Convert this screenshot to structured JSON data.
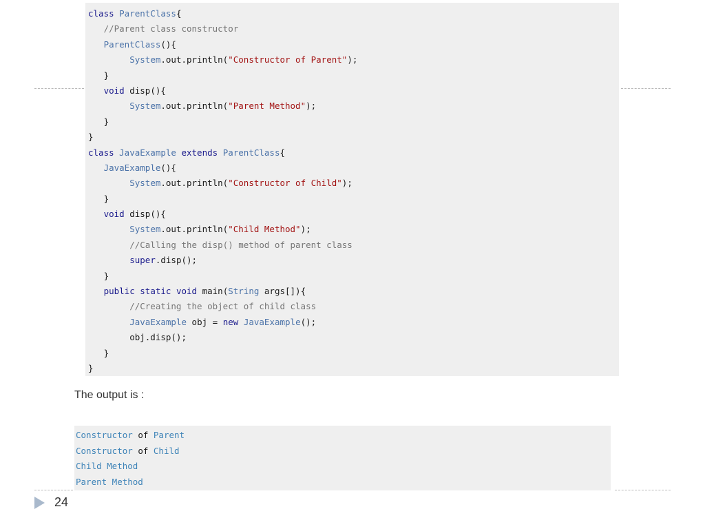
{
  "code": {
    "lines": [
      [
        {
          "t": "class ",
          "c": "kw"
        },
        {
          "t": "ParentClass",
          "c": "cls"
        },
        {
          "t": "{",
          "c": "pl"
        }
      ],
      [
        {
          "t": "   //Parent class constructor",
          "c": "cm"
        }
      ],
      [
        {
          "t": "   ",
          "c": "pl"
        },
        {
          "t": "ParentClass",
          "c": "cls"
        },
        {
          "t": "(){",
          "c": "pl"
        }
      ],
      [
        {
          "t": "        ",
          "c": "pl"
        },
        {
          "t": "System",
          "c": "cls"
        },
        {
          "t": ".out.println(",
          "c": "pl"
        },
        {
          "t": "\"Constructor of Parent\"",
          "c": "str"
        },
        {
          "t": ");",
          "c": "pl"
        }
      ],
      [
        {
          "t": "   }",
          "c": "pl"
        }
      ],
      [
        {
          "t": "   ",
          "c": "pl"
        },
        {
          "t": "void",
          "c": "kw"
        },
        {
          "t": " disp(){",
          "c": "pl"
        }
      ],
      [
        {
          "t": "        ",
          "c": "pl"
        },
        {
          "t": "System",
          "c": "cls"
        },
        {
          "t": ".out.println(",
          "c": "pl"
        },
        {
          "t": "\"Parent Method\"",
          "c": "str"
        },
        {
          "t": ");",
          "c": "pl"
        }
      ],
      [
        {
          "t": "   }",
          "c": "pl"
        }
      ],
      [
        {
          "t": "}",
          "c": "pl"
        }
      ],
      [
        {
          "t": "class ",
          "c": "kw"
        },
        {
          "t": "JavaExample",
          "c": "cls"
        },
        {
          "t": " extends ",
          "c": "kw"
        },
        {
          "t": "ParentClass",
          "c": "cls"
        },
        {
          "t": "{",
          "c": "pl"
        }
      ],
      [
        {
          "t": "   ",
          "c": "pl"
        },
        {
          "t": "JavaExample",
          "c": "cls"
        },
        {
          "t": "(){",
          "c": "pl"
        }
      ],
      [
        {
          "t": "        ",
          "c": "pl"
        },
        {
          "t": "System",
          "c": "cls"
        },
        {
          "t": ".out.println(",
          "c": "pl"
        },
        {
          "t": "\"Constructor of Child\"",
          "c": "str"
        },
        {
          "t": ");",
          "c": "pl"
        }
      ],
      [
        {
          "t": "   }",
          "c": "pl"
        }
      ],
      [
        {
          "t": "   ",
          "c": "pl"
        },
        {
          "t": "void",
          "c": "kw"
        },
        {
          "t": " disp(){",
          "c": "pl"
        }
      ],
      [
        {
          "t": "        ",
          "c": "pl"
        },
        {
          "t": "System",
          "c": "cls"
        },
        {
          "t": ".out.println(",
          "c": "pl"
        },
        {
          "t": "\"Child Method\"",
          "c": "str"
        },
        {
          "t": ");",
          "c": "pl"
        }
      ],
      [
        {
          "t": "        //Calling the disp() method of parent class",
          "c": "cm"
        }
      ],
      [
        {
          "t": "        ",
          "c": "pl"
        },
        {
          "t": "super",
          "c": "kw"
        },
        {
          "t": ".disp();",
          "c": "pl"
        }
      ],
      [
        {
          "t": "   }",
          "c": "pl"
        }
      ],
      [
        {
          "t": "   ",
          "c": "pl"
        },
        {
          "t": "public",
          "c": "kw"
        },
        {
          "t": " ",
          "c": "pl"
        },
        {
          "t": "static",
          "c": "kw"
        },
        {
          "t": " ",
          "c": "pl"
        },
        {
          "t": "void",
          "c": "kw"
        },
        {
          "t": " main(",
          "c": "pl"
        },
        {
          "t": "String",
          "c": "cls"
        },
        {
          "t": " args[]){",
          "c": "pl"
        }
      ],
      [
        {
          "t": "        //Creating the object of child class",
          "c": "cm"
        }
      ],
      [
        {
          "t": "        ",
          "c": "pl"
        },
        {
          "t": "JavaExample",
          "c": "cls"
        },
        {
          "t": " obj = ",
          "c": "pl"
        },
        {
          "t": "new",
          "c": "kw"
        },
        {
          "t": " ",
          "c": "pl"
        },
        {
          "t": "JavaExample",
          "c": "cls"
        },
        {
          "t": "();",
          "c": "pl"
        }
      ],
      [
        {
          "t": "        obj.disp();",
          "c": "pl"
        }
      ],
      [
        {
          "t": "   }",
          "c": "pl"
        }
      ],
      [
        {
          "t": "}",
          "c": "pl"
        }
      ]
    ]
  },
  "output_label": "The output is :",
  "output": {
    "lines": [
      [
        {
          "t": "Constructor",
          "c": "blue"
        },
        {
          "t": " of ",
          "c": "dark"
        },
        {
          "t": "Parent",
          "c": "blue"
        }
      ],
      [
        {
          "t": "Constructor",
          "c": "blue"
        },
        {
          "t": " of ",
          "c": "dark"
        },
        {
          "t": "Child",
          "c": "blue"
        }
      ],
      [
        {
          "t": "Child Method",
          "c": "blue"
        }
      ],
      [
        {
          "t": "Parent Method",
          "c": "blue"
        }
      ]
    ]
  },
  "page_number": "24",
  "icons": {
    "page_marker": "triangle-right-icon"
  },
  "colors": {
    "keyword": "#1a1a8c",
    "class_name": "#4a72a8",
    "comment": "#767676",
    "string": "#a31515",
    "output_text": "#3f84b8",
    "code_background": "#efefef"
  }
}
